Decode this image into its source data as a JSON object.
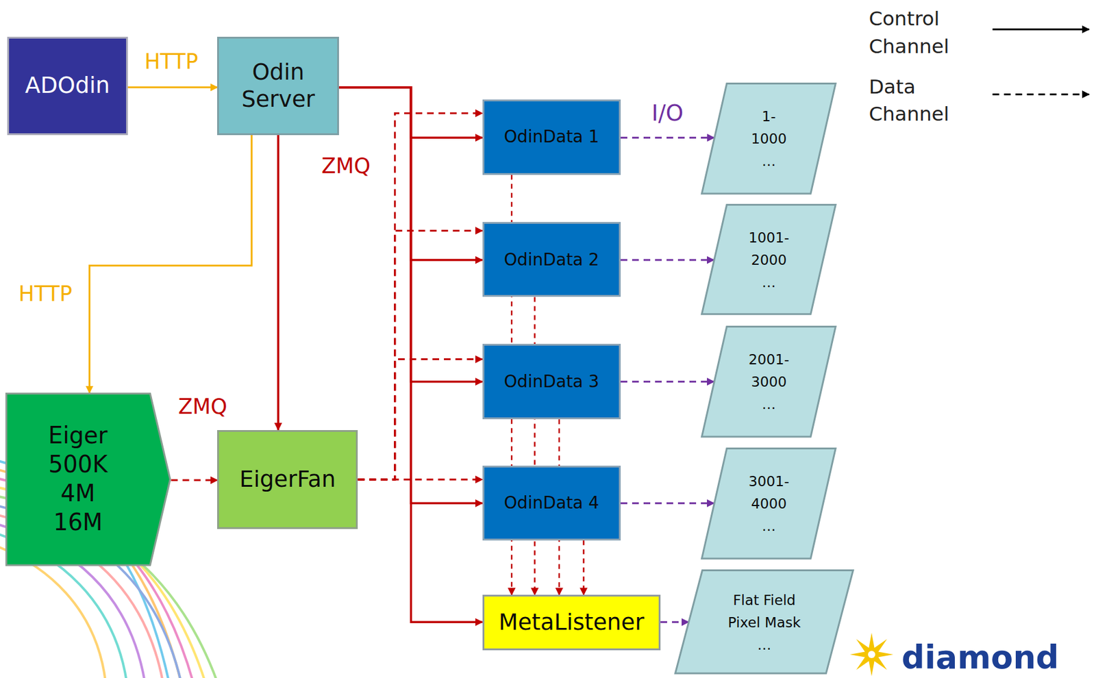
{
  "diagram": {
    "nodes": [
      {
        "text": [
          "ADOdin"
        ]
      },
      {
        "text": [
          "Odin Server"
        ]
      },
      {
        "text": [
          "OdinData 1"
        ]
      },
      {
        "text": [
          "OdinData 2"
        ]
      },
      {
        "text": [
          "OdinData 3"
        ]
      },
      {
        "text": [
          "OdinData 4"
        ]
      },
      {
        "text": [
          "Eiger 500K 4M 16M"
        ]
      },
      {
        "text": [
          "EigerFan"
        ]
      },
      {
        "text": [
          "MetaListener"
        ]
      },
      {
        "text": [
          "1- 1000 …"
        ]
      },
      {
        "text": [
          "1001- 2000 …"
        ]
      },
      {
        "text": [
          "2001- 3000 …"
        ]
      },
      {
        "text": [
          "3001- 4000 …"
        ]
      },
      {
        "text": [
          "Flat Field",
          "Pixel Mask",
          "…"
        ]
      }
    ],
    "edges": [
      {
        "from": 0,
        "to": 1,
        "arrow": "to",
        "label": "HTTP"
      },
      {
        "from": 1,
        "to": 6,
        "arrow": "to",
        "label": "HTTP"
      },
      {
        "from": 1,
        "to": 7,
        "arrow": "to"
      },
      {
        "from": 1,
        "to": 2,
        "arrow": "to"
      },
      {
        "from": 1,
        "to": 3,
        "arrow": "to"
      },
      {
        "from": 1,
        "to": 4,
        "arrow": "to"
      },
      {
        "from": 1,
        "to": 5,
        "arrow": "to"
      },
      {
        "from": 1,
        "to": 8,
        "arrow": "to"
      },
      {
        "from": 6,
        "to": 7,
        "arrow": "to",
        "label": "ZMQ"
      },
      {
        "from": 7,
        "to": 2,
        "arrow": "to"
      },
      {
        "from": 7,
        "to": 3,
        "arrow": "to"
      },
      {
        "from": 7,
        "to": 4,
        "arrow": "to"
      },
      {
        "from": 7,
        "to": 5,
        "arrow": "to"
      },
      {
        "from": 2,
        "to": 8,
        "arrow": "to"
      },
      {
        "from": 3,
        "to": 8,
        "arrow": "to"
      },
      {
        "from": 4,
        "to": 8,
        "arrow": "to"
      },
      {
        "from": 5,
        "to": 8,
        "arrow": "to"
      },
      {
        "from": 2,
        "to": 9,
        "arrow": "to",
        "label": "I/O"
      },
      {
        "from": 3,
        "to": 10,
        "arrow": "to"
      },
      {
        "from": 4,
        "to": 11,
        "arrow": "to"
      },
      {
        "from": 5,
        "to": 12,
        "arrow": "to"
      },
      {
        "from": 8,
        "to": 13,
        "arrow": "to"
      }
    ],
    "labels": [
      "ZMQ",
      "diamond"
    ],
    "legend": [
      {
        "text": "Control Channel"
      },
      {
        "text": "Data Channel"
      }
    ]
  }
}
